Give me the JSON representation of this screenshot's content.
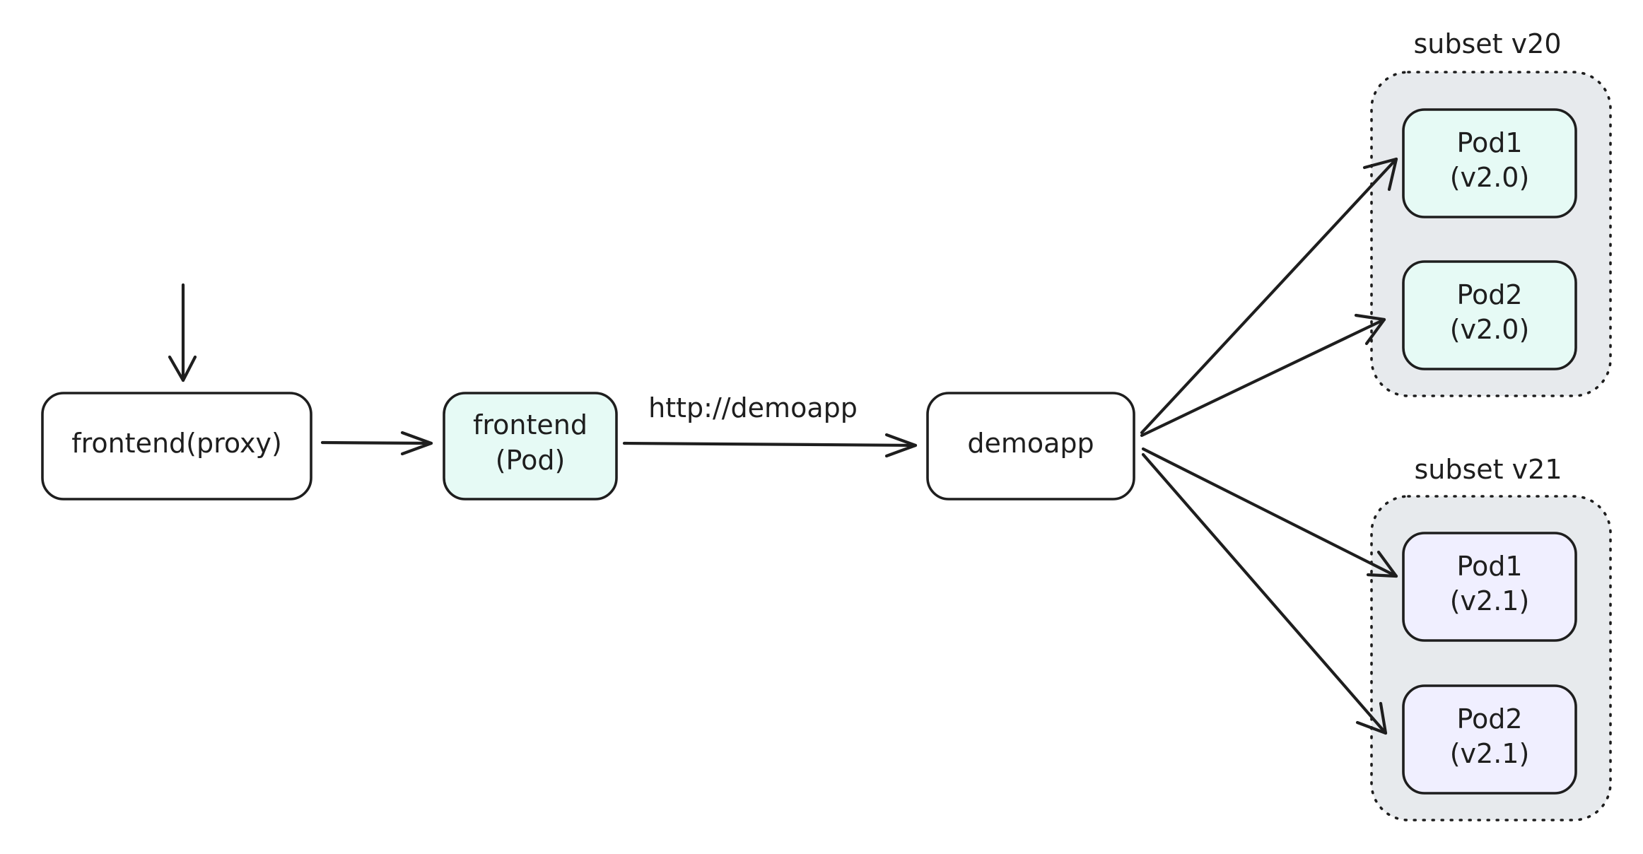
{
  "colors": {
    "stroke": "#1e1e1e",
    "plain_fill": "#ffffff",
    "teal_fill": "#e6faf5",
    "lavender_fill": "#f0efff",
    "group_fill": "#e7eaed"
  },
  "nodes": {
    "frontend_proxy": {
      "line1": "frontend(proxy)",
      "line2": ""
    },
    "frontend_pod": {
      "line1": "frontend",
      "line2": "(Pod)"
    },
    "demoapp": {
      "line1": "demoapp",
      "line2": ""
    },
    "pod1_v20": {
      "line1": "Pod1",
      "line2": "(v2.0)"
    },
    "pod2_v20": {
      "line1": "Pod2",
      "line2": "(v2.0)"
    },
    "pod1_v21": {
      "line1": "Pod1",
      "line2": "(v2.1)"
    },
    "pod2_v21": {
      "line1": "Pod2",
      "line2": "(v2.1)"
    }
  },
  "groups": {
    "subset_v20": {
      "label": "subset v20"
    },
    "subset_v21": {
      "label": "subset v21"
    }
  },
  "edges": {
    "frontend_to_demoapp": {
      "label": "http://demoapp"
    }
  }
}
